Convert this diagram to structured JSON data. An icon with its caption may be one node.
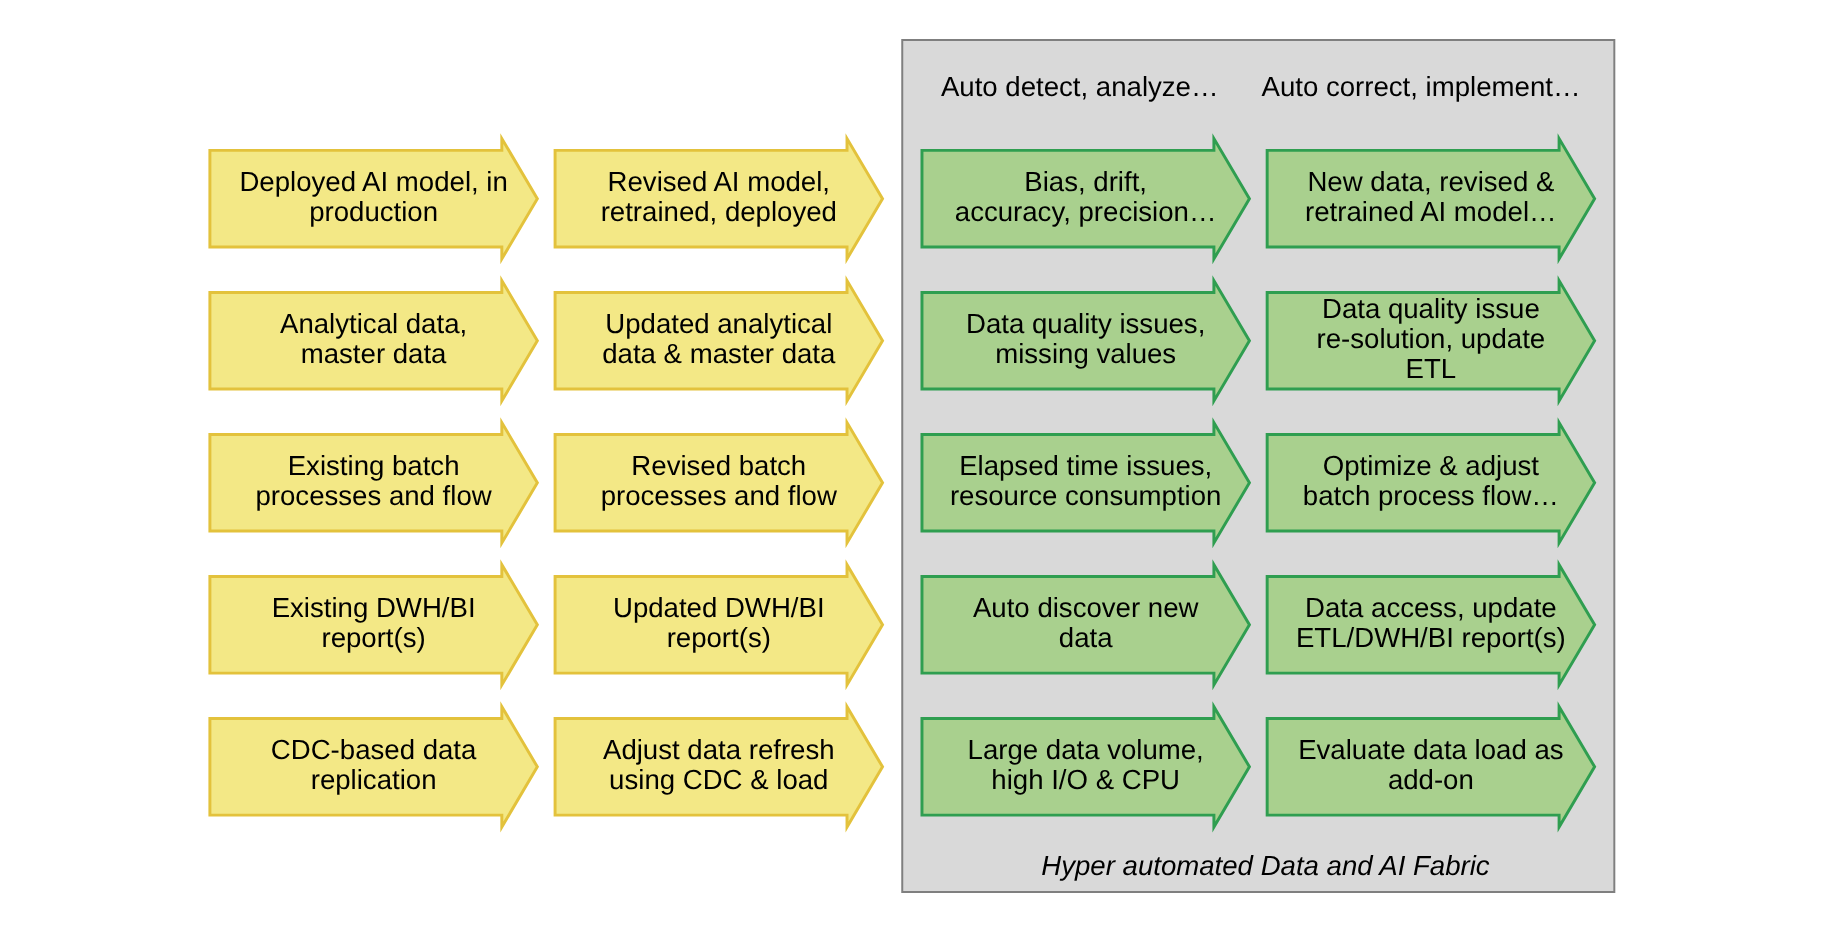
{
  "diagram": {
    "nodes": [
      {
        "text": [
          "Hyper automated Data and AI Fabric"
        ]
      },
      {
        "text": [
          "Deployed AI model, in production"
        ]
      },
      {
        "text": [
          "Bias, drift, accuracy, precision…"
        ],
        "in": 0
      },
      {
        "text": [
          "New data, revised & retrained AI model…"
        ],
        "in": 0
      },
      {
        "text": [
          "Revised AI model, retrained, deployed"
        ]
      },
      {
        "text": [
          "Analytical data, master data"
        ]
      },
      {
        "text": [
          "Data quality issues, missing values"
        ],
        "in": 0
      },
      {
        "text": [
          "Data quality issue re-solution, update ETL"
        ],
        "in": 0
      },
      {
        "text": [
          "Updated analytical data & master data"
        ]
      },
      {
        "text": [
          "Existing batch processes and flow"
        ]
      },
      {
        "text": [
          "Elapsed time issues, resource consumption"
        ],
        "in": 0
      },
      {
        "text": [
          "Optimize & adjust batch process flow…"
        ],
        "in": 0
      },
      {
        "text": [
          "Revised batch processes and flow"
        ]
      },
      {
        "text": [
          "Existing DWH/BI report(s)"
        ]
      },
      {
        "text": [
          "Auto discover new data"
        ],
        "in": 0
      },
      {
        "text": [
          "Data access, update ETL/DWH/BI report(s)"
        ],
        "in": 0
      },
      {
        "text": [
          "Updated DWH/BI report(s)"
        ]
      },
      {
        "text": [
          "CDC-based data replication"
        ]
      },
      {
        "text": [
          "Large data volume, high I/O & CPU"
        ],
        "in": 0
      },
      {
        "text": [
          "Evaluate data load as add-on"
        ],
        "in": 0
      },
      {
        "text": [
          "Adjust data refresh using CDC & load"
        ]
      }
    ],
    "labels": [
      "Auto detect, analyze…",
      "Auto correct, implement…"
    ]
  }
}
